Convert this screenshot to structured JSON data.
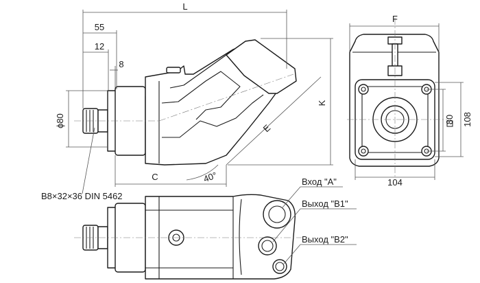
{
  "dimensions": {
    "L": "L",
    "d55": "55",
    "d12": "12",
    "d8": "8",
    "phi80": "ϕ80",
    "K": "K",
    "E": "E",
    "C": "C",
    "angle40": "40°",
    "F": "F",
    "sq80": "80",
    "d108": "108",
    "d104": "104"
  },
  "labels": {
    "shaft": "B8×32×36 DIN 5462",
    "port_a": "Вход \"A\"",
    "port_b1": "Выход \"B1\"",
    "port_b2": "Выход \"B2\""
  }
}
